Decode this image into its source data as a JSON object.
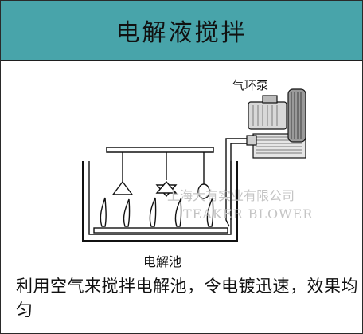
{
  "header": {
    "title": "电解液搅拌"
  },
  "diagram": {
    "pump_label": "气环泵",
    "tank_label": "电解池"
  },
  "watermark": {
    "line1": "上海大有实业有限公司",
    "line2": "TEAKER BLOWER"
  },
  "caption": "利用空气来搅拌电解池，令电镀迅速，效果均匀",
  "colors": {
    "header_bg": "#48a4aa",
    "line": "#111111",
    "watermark": "#c4c4c4"
  }
}
